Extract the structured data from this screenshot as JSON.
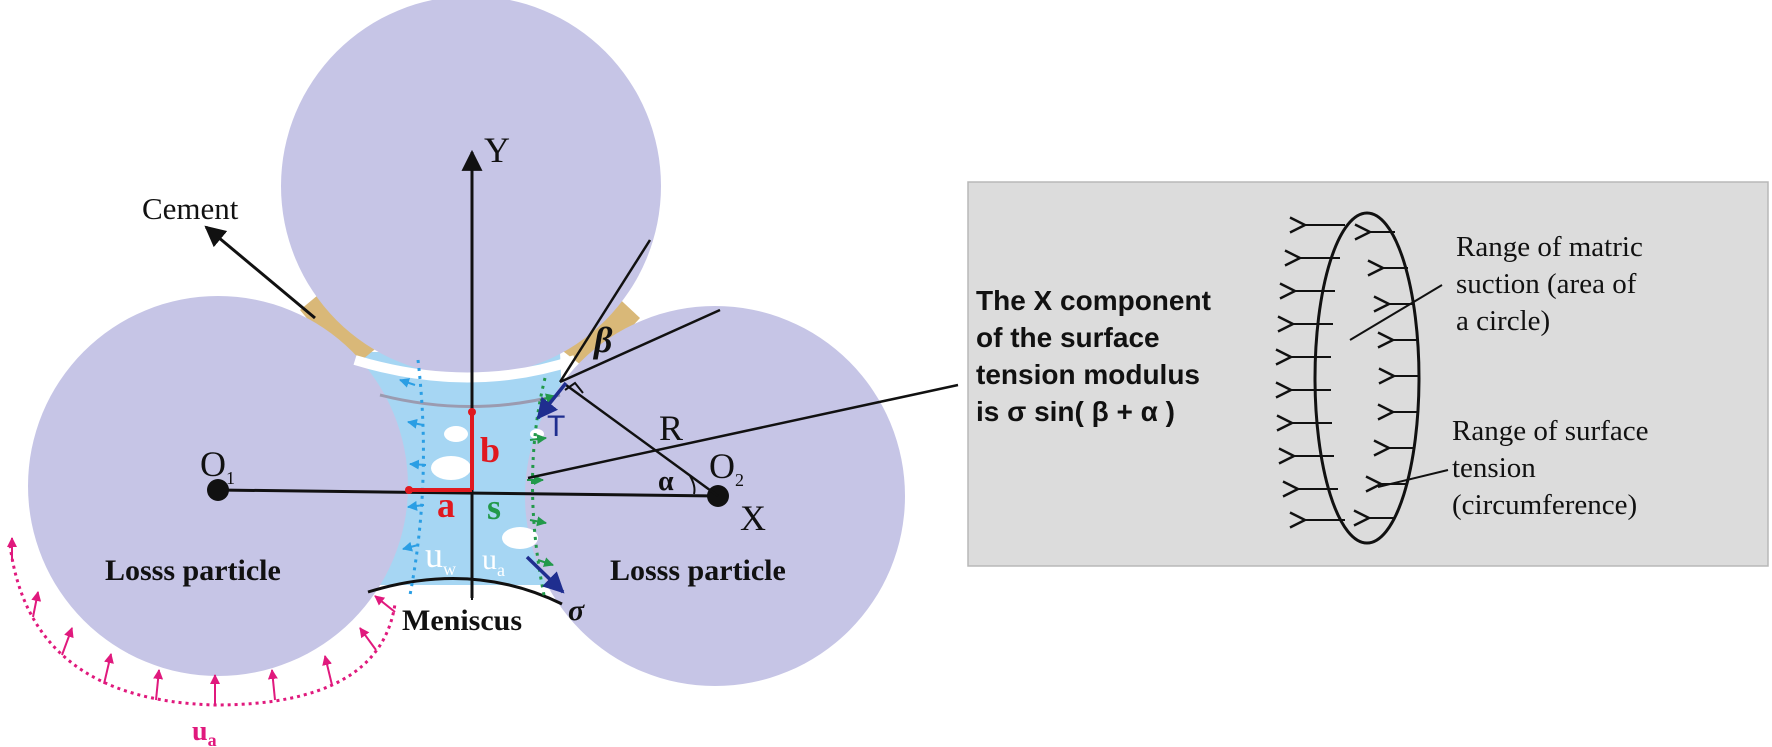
{
  "labels": {
    "cement": "Cement",
    "y_axis": "Y",
    "x_axis": "X",
    "o1": "O",
    "o1_sub": "1",
    "o2": "O",
    "o2_sub": "2",
    "beta": "β",
    "r": "R",
    "t": "T",
    "alpha": "α",
    "a": "a",
    "b": "b",
    "s": "s",
    "uw": "u",
    "uw_sub": "w",
    "ua_inner": "u",
    "ua_inner_sub": "a",
    "ua_outer": "u",
    "ua_outer_sub": "a",
    "sigma": "σ",
    "meniscus": "Meniscus",
    "particle_left": "Losss particle",
    "particle_right": "Losss particle"
  },
  "inset": {
    "x_component_lines": [
      "The  X  component",
      "of  the  surface",
      "tension modulus",
      "is   σ sin( β + α )"
    ],
    "matric_lines": [
      "Range of matric",
      "suction (area of",
      "a circle)"
    ],
    "tension_lines": [
      "Range of surface",
      "tension",
      "(circumference)"
    ]
  },
  "colors": {
    "particle": "#c6c5e6",
    "water": "#a6d6f3",
    "cement": "#d9b878",
    "inset_bg": "#dcdcdc",
    "red": "#e0191f",
    "green": "#22994a",
    "blue_dark": "#1f2e8f",
    "blue_light": "#2a9ee4",
    "magenta": "#e0197d"
  }
}
